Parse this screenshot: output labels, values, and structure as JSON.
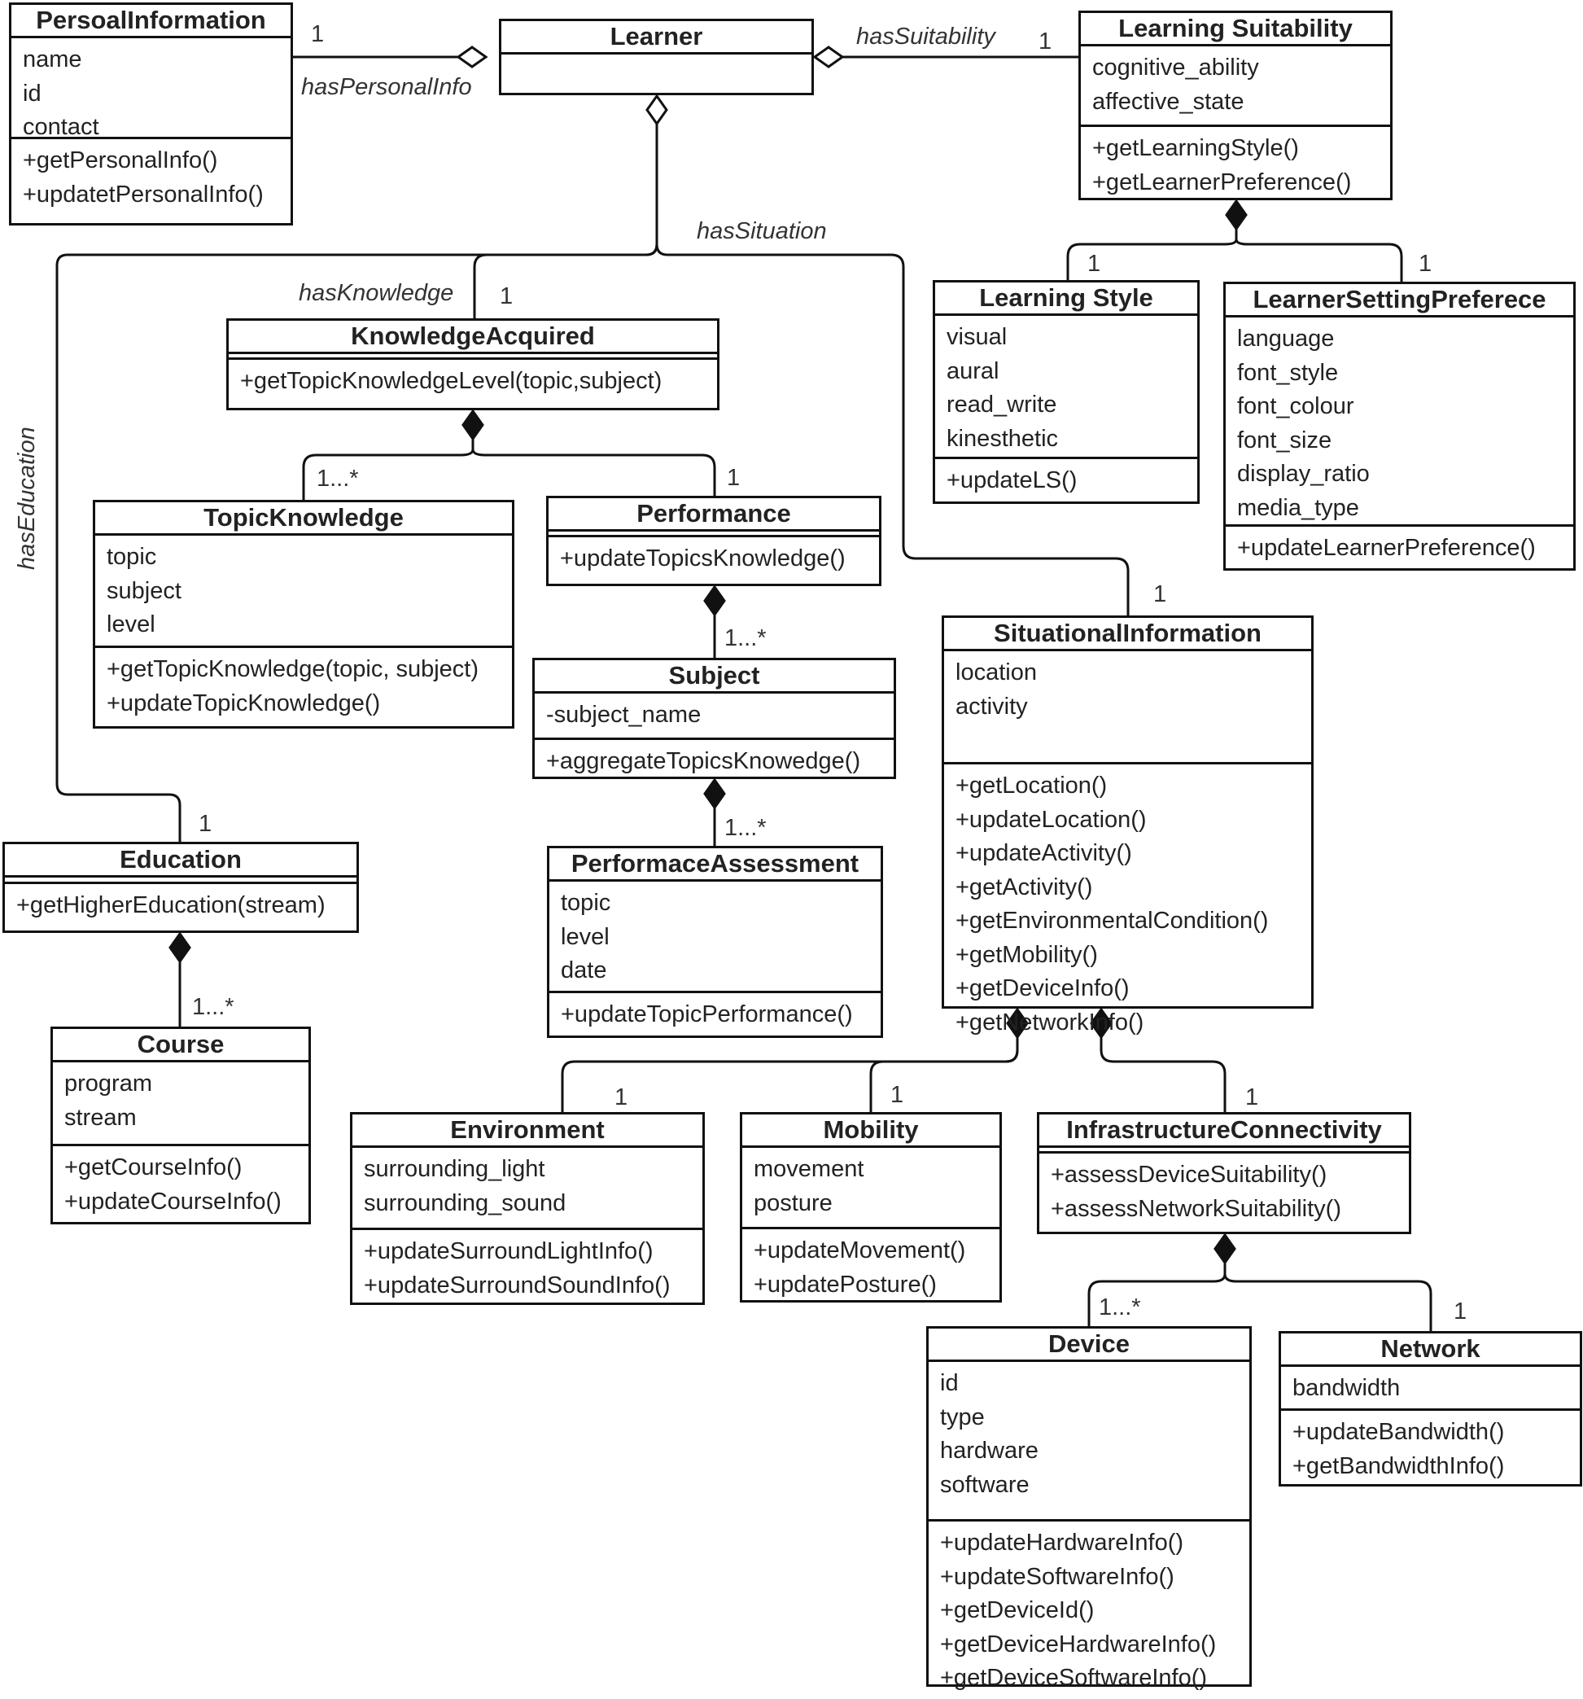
{
  "classes": {
    "personal": {
      "name": "PersoalInformation",
      "attributes": [
        "name",
        "id",
        "contact"
      ],
      "operations": [
        "+getPersonalInfo()",
        "+updatetPersonalInfo()"
      ]
    },
    "learner": {
      "name": "Learner",
      "attributes": [],
      "operations": []
    },
    "suitability": {
      "name": "Learning Suitability",
      "attributes": [
        "cognitive_ability",
        "affective_state"
      ],
      "operations": [
        "+getLearningStyle()",
        "+getLearnerPreference()"
      ]
    },
    "style": {
      "name": "Learning Style",
      "attributes": [
        "visual",
        "aural",
        "read_write",
        "kinesthetic"
      ],
      "operations": [
        "+updateLS()"
      ]
    },
    "preference": {
      "name": "LearnerSettingPreferece",
      "attributes": [
        "language",
        "font_style",
        "font_colour",
        "font_size",
        "display_ratio",
        "media_type"
      ],
      "operations": [
        "+updateLearnerPreference()"
      ]
    },
    "knowledge": {
      "name": "KnowledgeAcquired",
      "attributes": [],
      "operations": [
        "+getTopicKnowledgeLevel(topic,subject)"
      ]
    },
    "topic": {
      "name": "TopicKnowledge",
      "attributes": [
        "topic",
        "subject",
        "level"
      ],
      "operations": [
        "+getTopicKnowledge(topic, subject)",
        "+updateTopicKnowledge()"
      ]
    },
    "performance": {
      "name": "Performance",
      "attributes": [],
      "operations": [
        "+updateTopicsKnowledge()"
      ]
    },
    "subject": {
      "name": "Subject",
      "attributes": [
        "-subject_name"
      ],
      "operations": [
        "+aggregateTopicsKnowedge()"
      ]
    },
    "assessment": {
      "name": "PerformaceAssessment",
      "attributes": [
        "topic",
        "level",
        "date"
      ],
      "operations": [
        "+updateTopicPerformance()"
      ]
    },
    "situational": {
      "name": "SituationalInformation",
      "attributes": [
        "location",
        "activity"
      ],
      "operations": [
        "+getLocation()",
        "+updateLocation()",
        "+updateActivity()",
        "+getActivity()",
        "+getEnvironmentalCondition()",
        "+getMobility()",
        "+getDeviceInfo()",
        "+getNetworkInfo()"
      ]
    },
    "education": {
      "name": "Education",
      "attributes": [],
      "operations": [
        "+getHigherEducation(stream)"
      ]
    },
    "course": {
      "name": "Course",
      "attributes": [
        "program",
        "stream"
      ],
      "operations": [
        "+getCourseInfo()",
        "+updateCourseInfo()"
      ]
    },
    "environment": {
      "name": "Environment",
      "attributes": [
        "surrounding_light",
        "surrounding_sound"
      ],
      "operations": [
        "+updateSurroundLightInfo()",
        "+updateSurroundSoundInfo()"
      ]
    },
    "mobility": {
      "name": "Mobility",
      "attributes": [
        "movement",
        "posture"
      ],
      "operations": [
        "+updateMovement()",
        "+updatePosture()"
      ]
    },
    "infra": {
      "name": "InfrastructureConnectivity",
      "attributes": [],
      "operations": [
        "+assessDeviceSuitability()",
        "+assessNetworkSuitability()"
      ]
    },
    "device": {
      "name": "Device",
      "attributes": [
        "id",
        "type",
        "hardware",
        "software"
      ],
      "operations": [
        "+updateHardwareInfo()",
        "+updateSoftwareInfo()",
        "+getDeviceId()",
        "+getDeviceHardwareInfo()",
        "+getDeviceSoftwareInfo()"
      ]
    },
    "network": {
      "name": "Network",
      "attributes": [
        "bandwidth"
      ],
      "operations": [
        "+updateBandwidth()",
        "+getBandwidthInfo()"
      ]
    }
  },
  "roles": {
    "has_personal_info": "hasPersonalInfo",
    "has_suitability": "hasSuitability",
    "has_situation": "hasSituation",
    "has_knowledge": "hasKnowledge",
    "has_education": "hasEducation"
  },
  "multiplicities": {
    "personal": "1",
    "suitability": "1",
    "style": "1",
    "preference": "1",
    "knowledge": "1",
    "topic": "1...*",
    "performance": "1",
    "subject": "1...*",
    "assessment": "1...*",
    "situational": "1",
    "education": "1",
    "course": "1...*",
    "environment": "1",
    "mobility": "1",
    "infra": "1",
    "device": "1...*",
    "network": "1"
  }
}
